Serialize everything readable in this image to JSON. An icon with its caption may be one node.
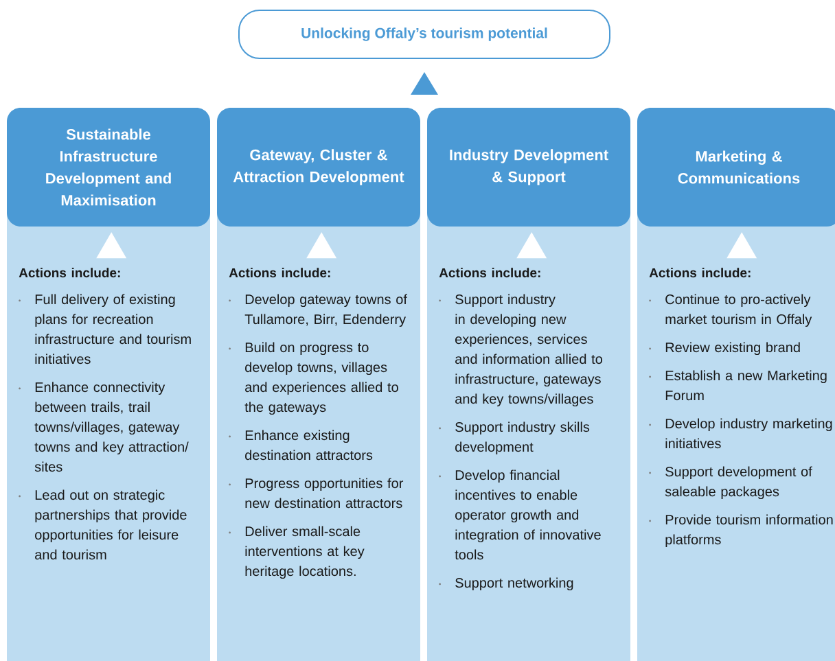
{
  "diagram": {
    "nodes": [
      {
        "text": [
          "Unlocking Offaly’s tourism potential"
        ]
      },
      {
        "text": [
          "Sustainable Infrastructure Development and Maximisation"
        ]
      },
      {
        "text": [
          "Actions include:",
          "Full delivery of existing plans for recreation infrastructure and tourism initiatives",
          "Enhance connectivity between trails, trail towns/villages, gateway towns and key attraction/ sites",
          "Lead out on strategic partnerships that provide opportunities for leisure and tourism"
        ]
      },
      {
        "text": [
          "Gateway, Cluster & Attraction Development"
        ]
      },
      {
        "text": [
          "Actions include:",
          "Develop gateway towns of Tullamore, Birr, Edenderry",
          "Build on progress to develop towns, villages and experiences allied to the gateways",
          "Enhance existing destination attractors",
          "Progress opportunities for new destination attractors",
          "Deliver small-scale interventions at key heritage locations."
        ]
      },
      {
        "text": [
          "Industry Development & Support"
        ]
      },
      {
        "text": [
          "Actions include:",
          "Support industry in developing new experiences, services and information allied to infrastructure, gateways and key towns/villages",
          "Support industry skills development",
          "Develop financial incentives to enable operator growth and integration of innovative tools",
          "Support networking"
        ]
      },
      {
        "text": [
          "Marketing & Communications"
        ]
      },
      {
        "text": [
          "Actions include:",
          "Continue to pro-actively market tourism in Offaly",
          "Review existing brand",
          "Establish a new Marketing Forum",
          "Develop industry marketing initiatives",
          "Support development of saleable packages",
          "Provide tourism information platforms"
        ]
      }
    ],
    "edges": [
      {
        "from": null,
        "to": 0,
        "arrow": "to"
      },
      {
        "from": 2,
        "to": 1,
        "arrow": "to",
        "color": "#ffffff"
      },
      {
        "from": 4,
        "to": 3,
        "arrow": "to",
        "color": "#ffffff"
      },
      {
        "from": 6,
        "to": 5,
        "arrow": "to",
        "color": "#ffffff"
      },
      {
        "from": 8,
        "to": 7,
        "arrow": "to",
        "color": "#ffffff"
      }
    ]
  }
}
